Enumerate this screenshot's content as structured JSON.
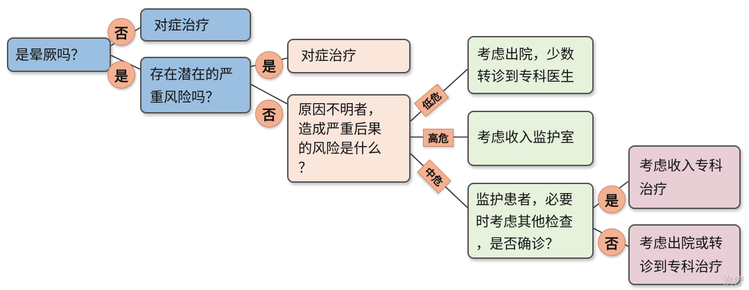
{
  "nodes": {
    "q1": "是晕厥吗？",
    "a1": "对症治疗",
    "q2": "存在潜在的严\n重风险吗？",
    "a2": "对症治疗",
    "q3": "原因不明者，\n造成严重后果\n的风险是什么\n？",
    "r_low": "考虑出院，少数\n转诊到专科医生",
    "r_high": "考虑收入监护室",
    "q4": "监护患者，必要\n时考虑其他检查\n，是否确诊？",
    "r_yes": "考虑收入专科\n治疗",
    "r_no": "考虑出院或转\n诊到专科治疗"
  },
  "edge_labels": {
    "q1_no": "否",
    "q1_yes": "是",
    "q2_yes": "是",
    "q2_no": "否",
    "low": "低危",
    "high": "高危",
    "mid": "中危",
    "q4_yes": "是",
    "q4_no": "否"
  },
  "watermark": "治疗",
  "colors": {
    "decision": "#9bbfe0",
    "outcome": "#fbe6dc",
    "result": "#e6f2dc",
    "final": "#e8cfd6",
    "label": "#f4b192"
  }
}
